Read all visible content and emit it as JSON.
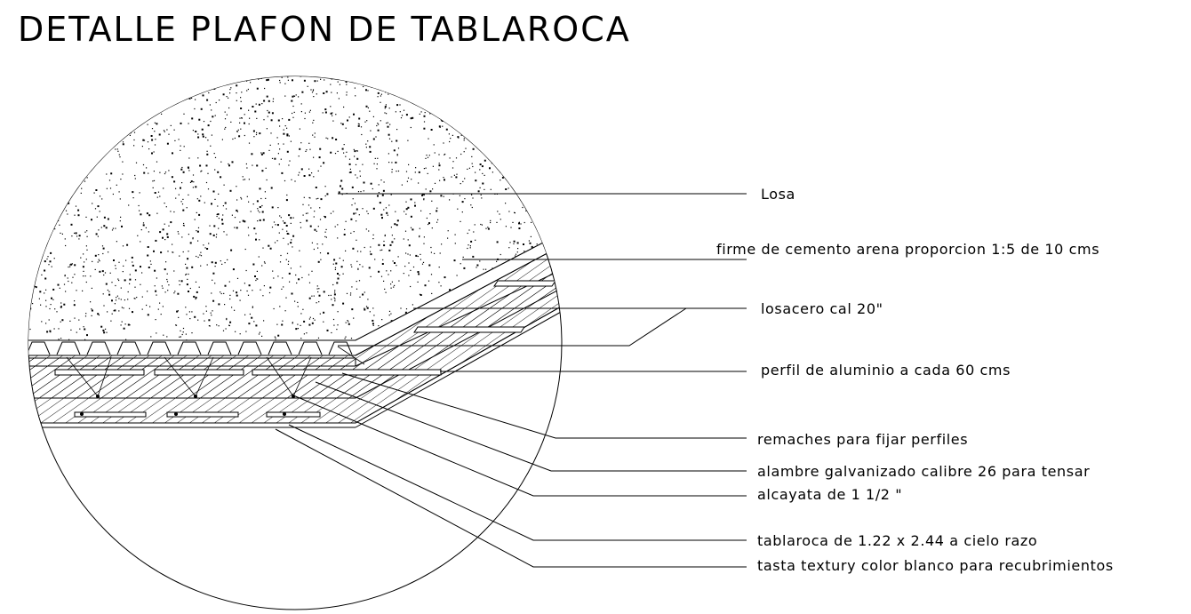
{
  "title": "DETALLE PLAFON DE TABLAROCA",
  "labels": {
    "losa": "Losa",
    "firme": "firme de cemento arena proporcion 1:5 de 10 cms",
    "losacero": "losacero cal 20\"",
    "perfil": "perfil de aluminio a cada 60 cms",
    "remaches": "remaches para fijar perfiles",
    "alambre": "alambre galvanizado calibre 26 para tensar",
    "alcayata": "alcayata de 1 1/2 \"",
    "tablaroca": "tablaroca de 1.22 x 2.44 a cielo razo",
    "tasta": "tasta textury color blanco para recubrimientos"
  },
  "colors": {
    "line": "#000000",
    "background": "#ffffff"
  }
}
